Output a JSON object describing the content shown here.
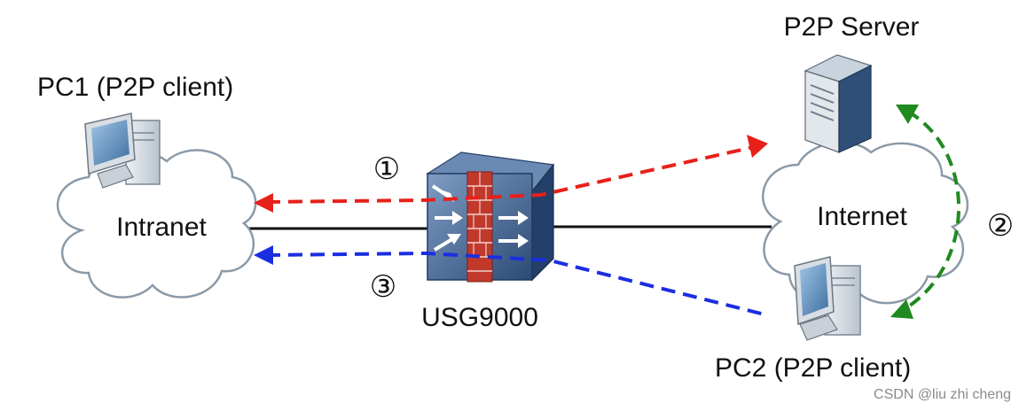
{
  "nodes": {
    "pc1": {
      "label": "PC1 (P2P client)"
    },
    "intranet": {
      "label": "Intranet"
    },
    "firewall": {
      "label": "USG9000"
    },
    "internet": {
      "label": "Internet"
    },
    "server": {
      "label": "P2P Server"
    },
    "pc2": {
      "label": "PC2 (P2P client)"
    }
  },
  "steps": [
    {
      "marker": "①",
      "color": "#e8201a"
    },
    {
      "marker": "②",
      "color": "#1f8a1f"
    },
    {
      "marker": "③",
      "color": "#1a2ee0"
    }
  ],
  "colors": {
    "cloud_fill": "#ffffff",
    "cloud_stroke": "#8b9aa8",
    "link": "#111111",
    "firewall_body": "#3f5f8a",
    "brick": "#c0392b"
  },
  "watermark": "CSDN @liu zhi cheng"
}
